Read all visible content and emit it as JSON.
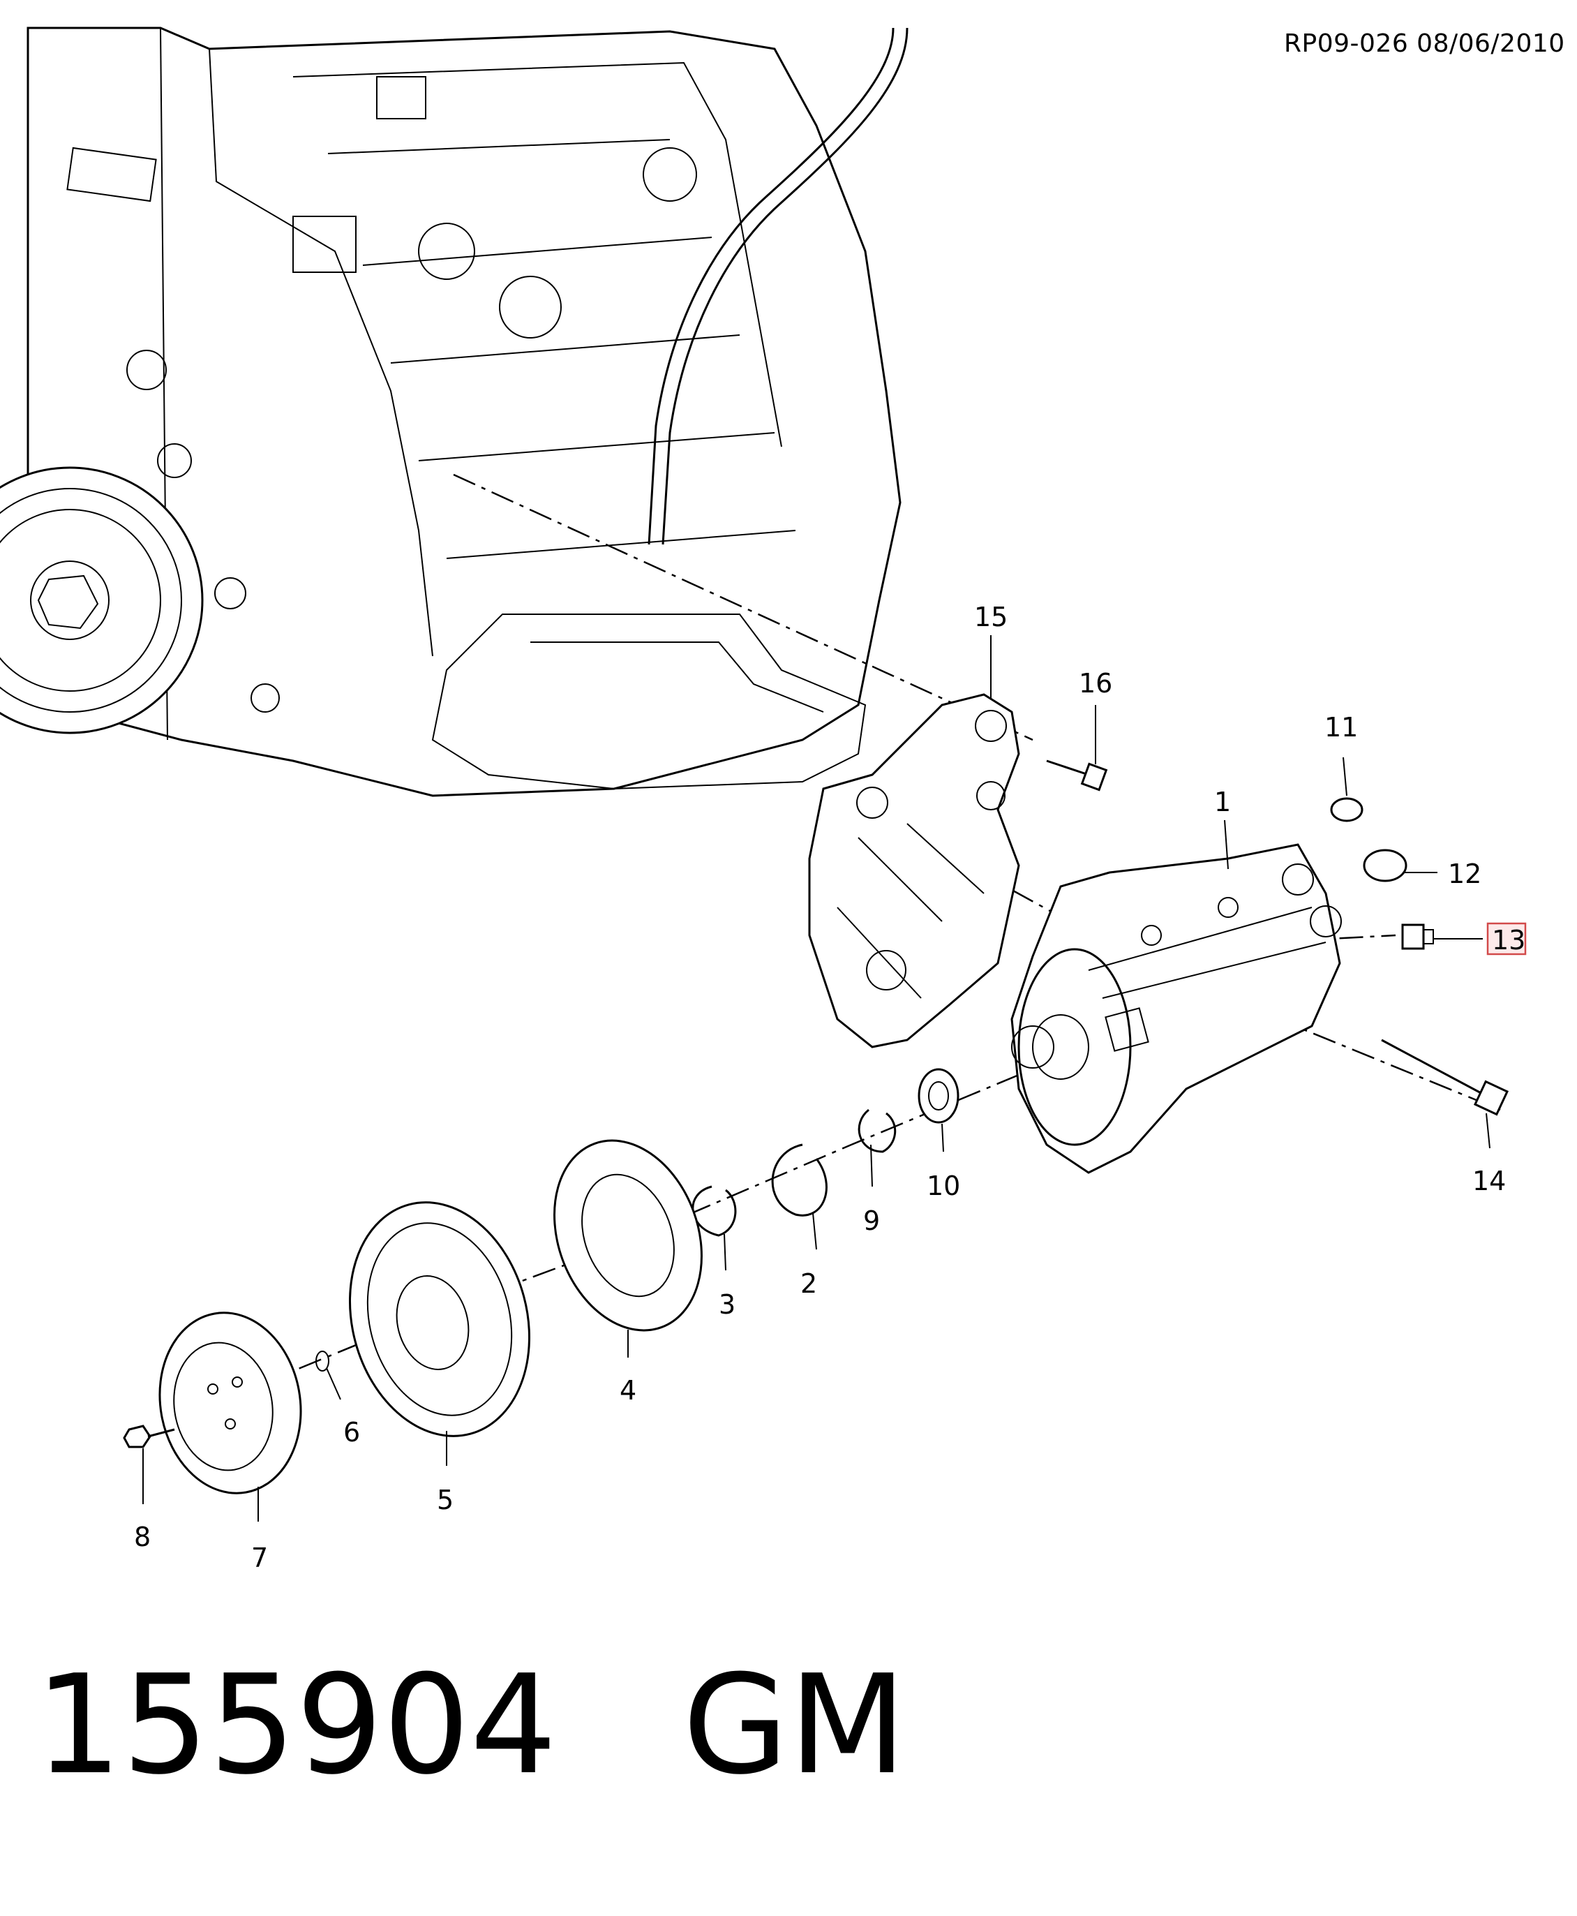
{
  "header": {
    "reference": "RP09-026 08/06/2010"
  },
  "footer": {
    "part_number": "155904",
    "brand": "GM"
  },
  "callouts": [
    {
      "id": "c1",
      "label": "1"
    },
    {
      "id": "c2",
      "label": "2"
    },
    {
      "id": "c3",
      "label": "3"
    },
    {
      "id": "c4",
      "label": "4"
    },
    {
      "id": "c5",
      "label": "5"
    },
    {
      "id": "c6",
      "label": "6"
    },
    {
      "id": "c7",
      "label": "7"
    },
    {
      "id": "c8",
      "label": "8"
    },
    {
      "id": "c9",
      "label": "9"
    },
    {
      "id": "c10",
      "label": "10"
    },
    {
      "id": "c11",
      "label": "11"
    },
    {
      "id": "c12",
      "label": "12"
    },
    {
      "id": "c13",
      "label": "13",
      "highlighted": true
    },
    {
      "id": "c14",
      "label": "14"
    },
    {
      "id": "c15",
      "label": "15"
    },
    {
      "id": "c16",
      "label": "16"
    }
  ],
  "colors": {
    "highlight_border": "#d24a4a",
    "highlight_fill": "#fdeaea"
  }
}
